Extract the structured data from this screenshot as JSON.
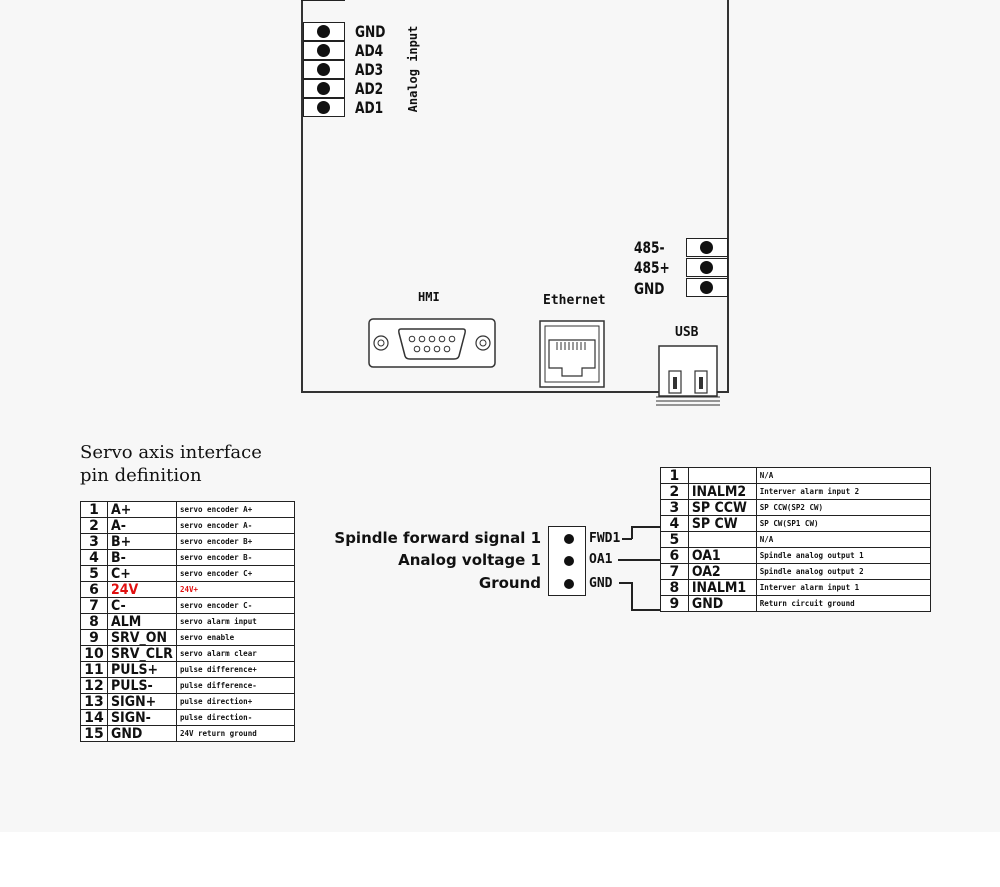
{
  "analog_input": {
    "title": "Analog input",
    "pins": [
      "GND",
      "AD4",
      "AD3",
      "AD2",
      "AD1"
    ]
  },
  "rs485": {
    "pins": [
      "485-",
      "485+",
      "GND"
    ]
  },
  "ports": {
    "hmi_label": "HMI",
    "ethernet_label": "Ethernet",
    "usb_label": "USB"
  },
  "servo": {
    "title_line1": "Servo axis interface",
    "title_line2": "pin definition",
    "rows": [
      {
        "num": "1",
        "sig": "A+",
        "desc": "servo encoder A+",
        "highlight": false
      },
      {
        "num": "2",
        "sig": "A-",
        "desc": "servo encoder A-",
        "highlight": false
      },
      {
        "num": "3",
        "sig": "B+",
        "desc": "servo encoder B+",
        "highlight": false
      },
      {
        "num": "4",
        "sig": "B-",
        "desc": "servo encoder B-",
        "highlight": false
      },
      {
        "num": "5",
        "sig": "C+",
        "desc": "servo encoder C+",
        "highlight": false
      },
      {
        "num": "6",
        "sig": "24V",
        "desc": "24V+",
        "highlight": true
      },
      {
        "num": "7",
        "sig": "C-",
        "desc": "servo encoder C-",
        "highlight": false
      },
      {
        "num": "8",
        "sig": "ALM",
        "desc": "servo alarm input",
        "highlight": false
      },
      {
        "num": "9",
        "sig": "SRV_ON",
        "desc": "servo enable",
        "highlight": false
      },
      {
        "num": "10",
        "sig": "SRV_CLR",
        "desc": "servo alarm clear",
        "highlight": false
      },
      {
        "num": "11",
        "sig": "PULS+",
        "desc": "pulse difference+",
        "highlight": false
      },
      {
        "num": "12",
        "sig": "PULS-",
        "desc": "pulse difference-",
        "highlight": false
      },
      {
        "num": "13",
        "sig": "SIGN+",
        "desc": "pulse direction+",
        "highlight": false
      },
      {
        "num": "14",
        "sig": "SIGN-",
        "desc": "pulse direction-",
        "highlight": false
      },
      {
        "num": "15",
        "sig": "GND",
        "desc": "24V return ground",
        "highlight": false
      }
    ]
  },
  "spindle": {
    "signals": [
      {
        "label": "Spindle forward signal 1",
        "pin": "FWD1"
      },
      {
        "label": "Analog voltage 1",
        "pin": "OA1"
      },
      {
        "label": "Ground",
        "pin": "GND"
      }
    ],
    "rows": [
      {
        "num": "1",
        "sig": "",
        "desc": "N/A"
      },
      {
        "num": "2",
        "sig": "INALM2",
        "desc": "Interver alarm input 2"
      },
      {
        "num": "3",
        "sig": "SP CCW",
        "desc": "SP CCW(SP2 CW)"
      },
      {
        "num": "4",
        "sig": "SP CW",
        "desc": "SP CW(SP1 CW)"
      },
      {
        "num": "5",
        "sig": "",
        "desc": "N/A"
      },
      {
        "num": "6",
        "sig": "OA1",
        "desc": "Spindle analog output 1"
      },
      {
        "num": "7",
        "sig": "OA2",
        "desc": "Spindle analog output 2"
      },
      {
        "num": "8",
        "sig": "INALM1",
        "desc": "Interver alarm input 1"
      },
      {
        "num": "9",
        "sig": "GND",
        "desc": "Return circuit ground"
      }
    ]
  }
}
